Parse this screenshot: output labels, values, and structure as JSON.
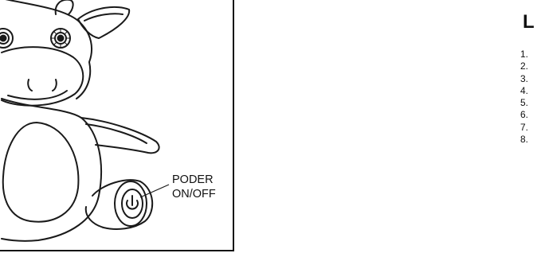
{
  "illustration": {
    "subject": "plush-toy-cow",
    "button_icon": "power-icon"
  },
  "callout": {
    "line1": "PODER",
    "line2": "ON/OFF"
  },
  "side_panel": {
    "heading": "L",
    "list_numbers": [
      "1.",
      "2.",
      "3.",
      "4.",
      "5.",
      "6.",
      "7.",
      "8."
    ]
  }
}
